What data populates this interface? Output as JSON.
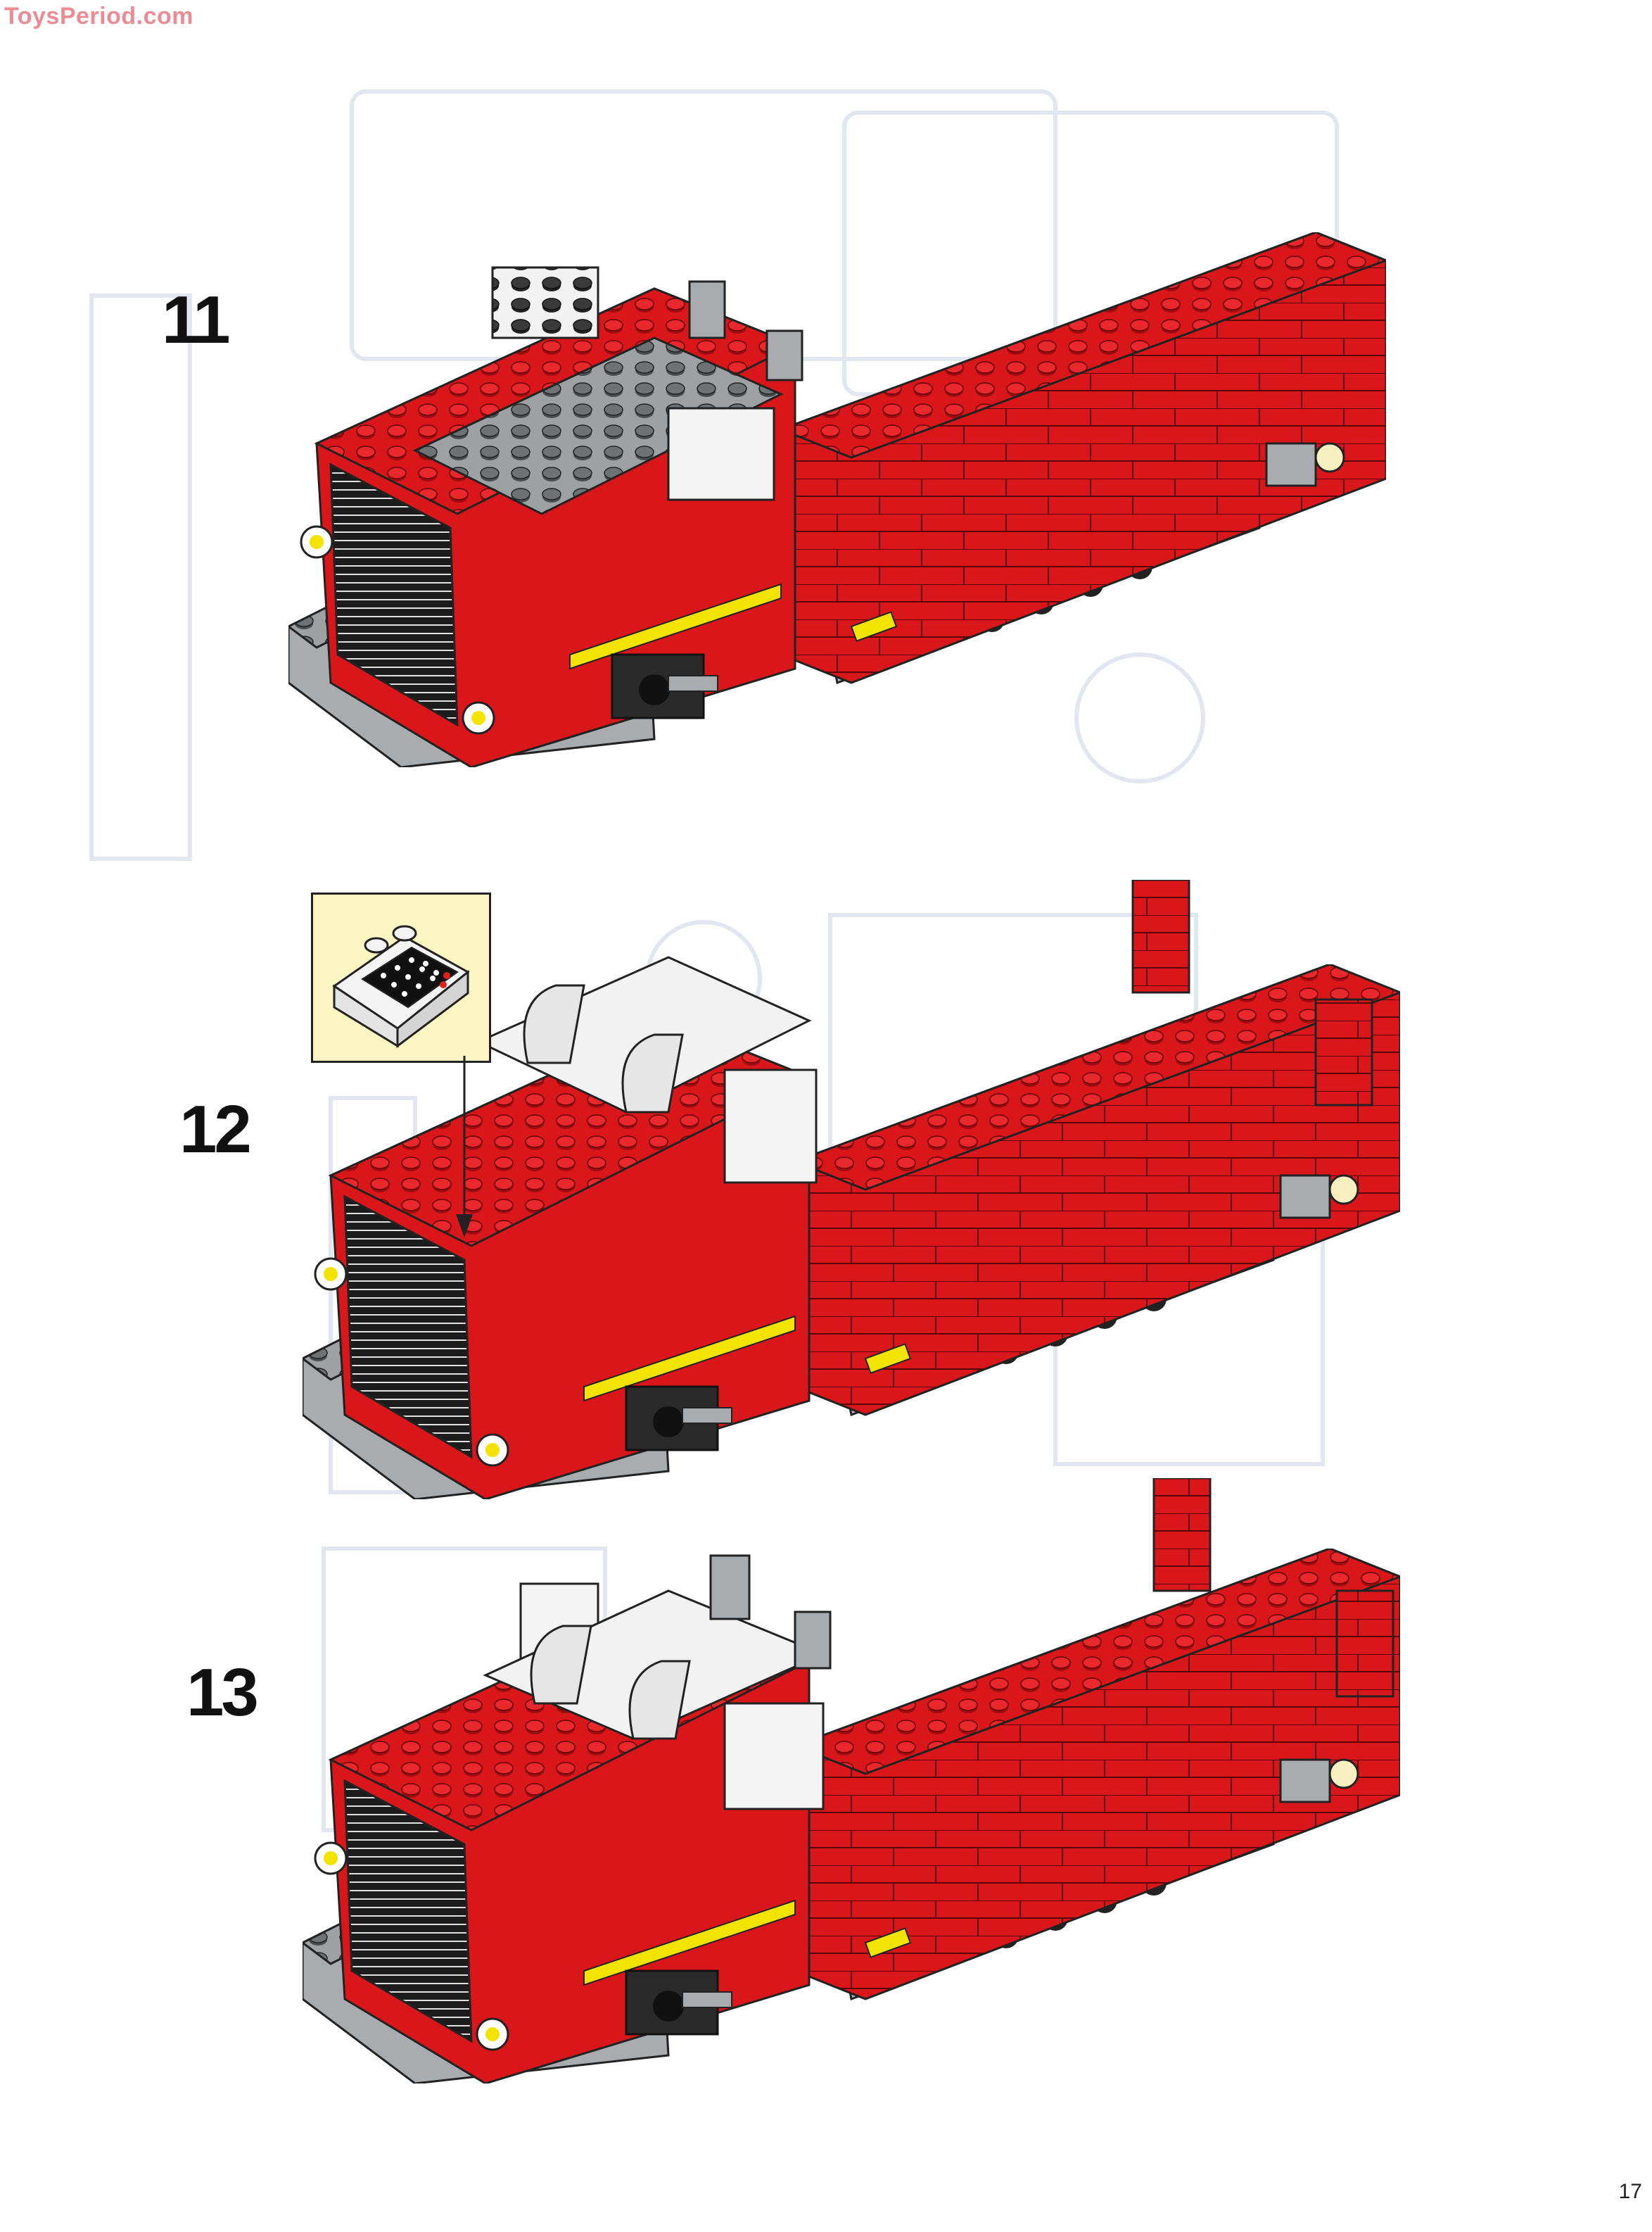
{
  "watermark": "ToysPeriod.com",
  "page_number": "17",
  "steps": [
    {
      "number": "11"
    },
    {
      "number": "12"
    },
    {
      "number": "13"
    }
  ],
  "callout": {
    "part": "2x2 slope brick with printed control panel"
  },
  "colors": {
    "brick_red": "#d9171b",
    "brick_red_dark": "#9e0e12",
    "brick_white": "#f4f4f4",
    "brick_gray": "#a9acae",
    "brick_dark": "#2a2a2a",
    "brick_yellow": "#f2e400",
    "callout_bg": "#fbf6c2",
    "ghost": "#dfe4ef"
  }
}
